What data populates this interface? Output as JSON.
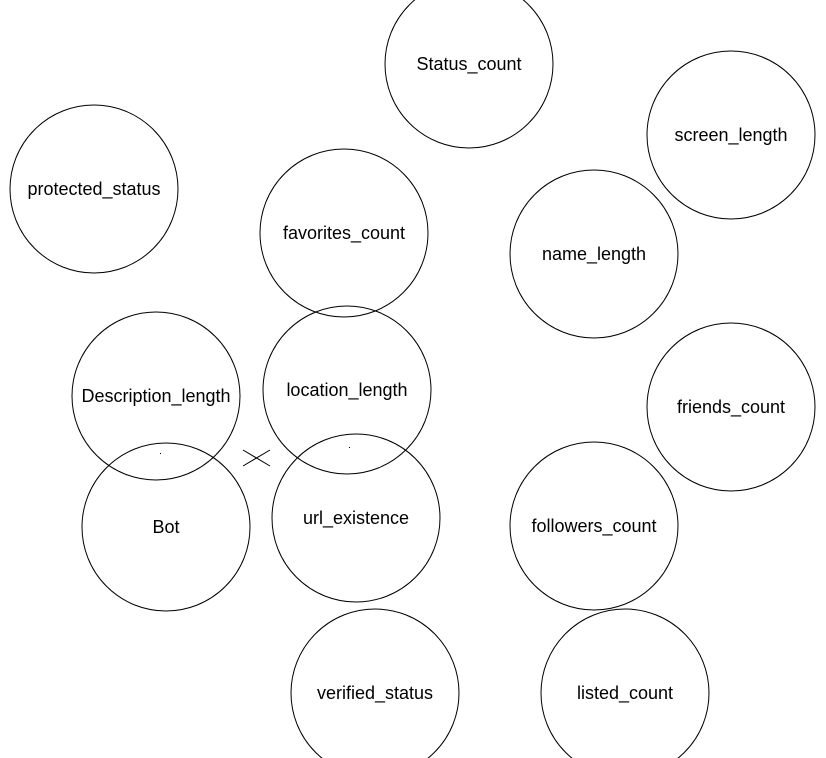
{
  "diagram": {
    "nodes": [
      {
        "id": "status-count",
        "label": "Status_count"
      },
      {
        "id": "screen-length",
        "label": "screen_length"
      },
      {
        "id": "protected-status",
        "label": "protected_status"
      },
      {
        "id": "favorites-count",
        "label": "favorites_count"
      },
      {
        "id": "name-length",
        "label": "name_length"
      },
      {
        "id": "description-length",
        "label": "Description_length"
      },
      {
        "id": "location-length",
        "label": "location_length"
      },
      {
        "id": "friends-count",
        "label": "friends_count"
      },
      {
        "id": "bot",
        "label": "Bot"
      },
      {
        "id": "url-existence",
        "label": "url_existence"
      },
      {
        "id": "followers-count",
        "label": "followers_count"
      },
      {
        "id": "verified-status",
        "label": "verified_status"
      },
      {
        "id": "listed-count",
        "label": "listed_count"
      }
    ],
    "colors": {
      "background": "#ffffff",
      "stroke": "#000000",
      "text": "#000000"
    }
  }
}
